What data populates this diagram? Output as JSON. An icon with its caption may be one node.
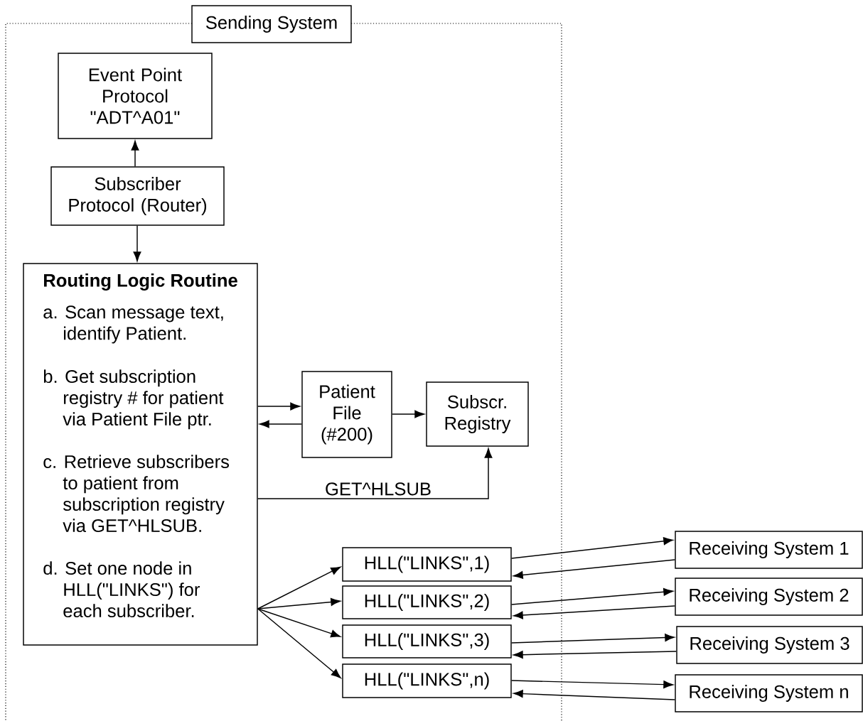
{
  "diagram": {
    "nodes": [
      {
        "text": [
          "Sending System"
        ]
      },
      {
        "text": [
          "Event Point Protocol \"ADT^A01\""
        ],
        "in": 0
      },
      {
        "text": [
          "Subscriber Protocol (Router)"
        ],
        "in": 0
      },
      {
        "text": [
          "Routing Logic Routine",
          "a. Scan message text, identify Patient.",
          "b. Get subscription registry # for patient via Patient File ptr.",
          "c. Retrieve subscribers to patient from subscription registry via GET^HLSUB.",
          "d. Set one node in HLL(\"LINKS\") for each subscriber."
        ],
        "in": 0
      },
      {
        "text": [
          "Patient File (#200)"
        ],
        "in": 0
      },
      {
        "text": [
          "Subscr. Registry"
        ],
        "in": 0
      },
      {
        "text": [
          "HLL(\"LINKS\",1)"
        ],
        "in": 0
      },
      {
        "text": [
          "HLL(\"LINKS\",2)"
        ],
        "in": 0
      },
      {
        "text": [
          "HLL(\"LINKS\",3)"
        ],
        "in": 0
      },
      {
        "text": [
          "HLL(\"LINKS\",n)"
        ],
        "in": 0
      },
      {
        "text": [
          "Receiving System 1"
        ]
      },
      {
        "text": [
          "Receiving System 2"
        ]
      },
      {
        "text": [
          "Receiving System 3"
        ]
      },
      {
        "text": [
          "Receiving System n"
        ]
      }
    ],
    "edges": [
      {
        "from": 2,
        "to": 1,
        "arrow": "to"
      },
      {
        "from": 2,
        "to": 3,
        "arrow": "to"
      },
      {
        "from": 3,
        "to": 4,
        "arrow": "to"
      },
      {
        "from": 4,
        "to": 3,
        "arrow": "to"
      },
      {
        "from": 4,
        "to": 5,
        "arrow": "to"
      },
      {
        "from": 3,
        "to": 5,
        "arrow": "to",
        "label": "GET^HLSUB"
      },
      {
        "from": 3,
        "to": 6,
        "arrow": "to"
      },
      {
        "from": 3,
        "to": 7,
        "arrow": "to"
      },
      {
        "from": 3,
        "to": 8,
        "arrow": "to"
      },
      {
        "from": 3,
        "to": 9,
        "arrow": "to"
      },
      {
        "from": 6,
        "to": 10,
        "arrow": "to"
      },
      {
        "from": 10,
        "to": 6,
        "arrow": "to"
      },
      {
        "from": 7,
        "to": 11,
        "arrow": "to"
      },
      {
        "from": 11,
        "to": 7,
        "arrow": "to"
      },
      {
        "from": 8,
        "to": 12,
        "arrow": "to"
      },
      {
        "from": 12,
        "to": 8,
        "arrow": "to"
      },
      {
        "from": 9,
        "to": 13,
        "arrow": "to"
      },
      {
        "from": 13,
        "to": 9,
        "arrow": "to"
      }
    ]
  }
}
